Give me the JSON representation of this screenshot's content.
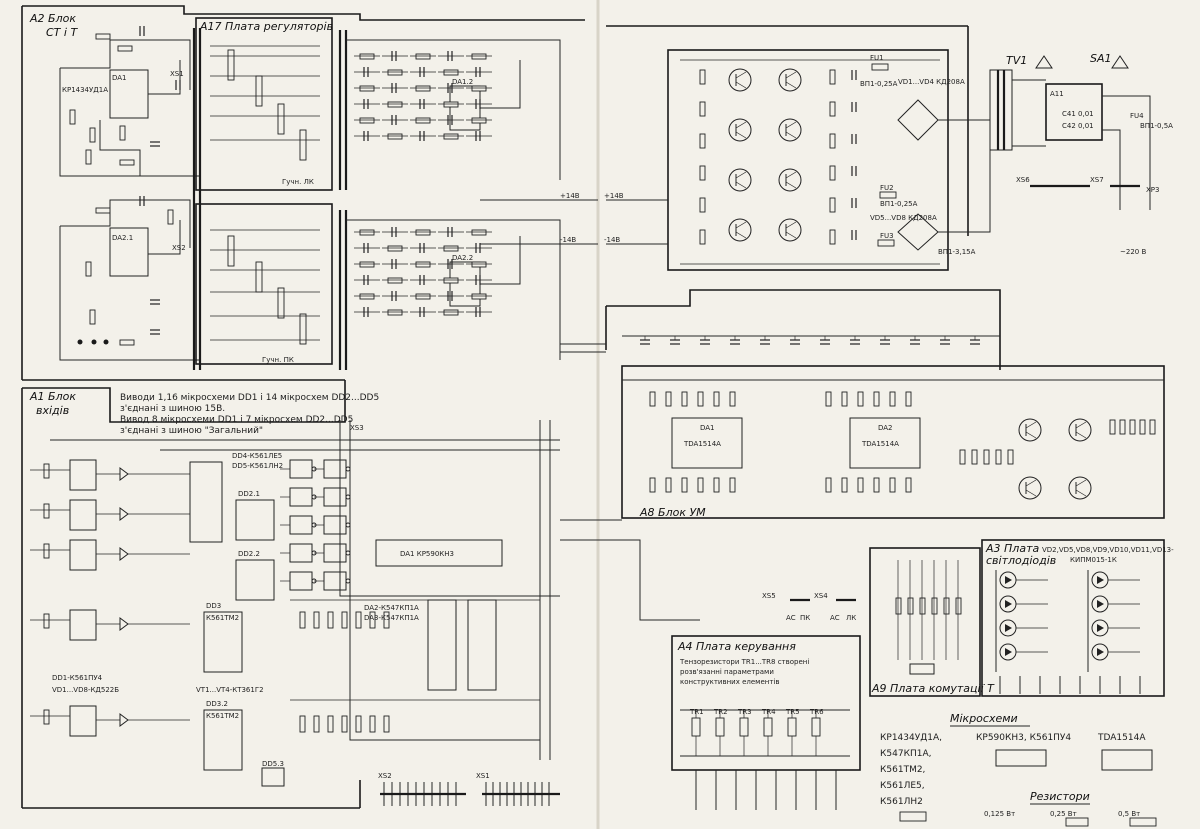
{
  "blocks": {
    "a2": {
      "title": "А2 Блок",
      "subtitle": "СТ і Т"
    },
    "a17": {
      "title": "А17 Плата регуляторів"
    },
    "a1": {
      "title": "А1 Блок",
      "subtitle": "вхідів"
    },
    "a8": {
      "title": "А8 Блок УМ"
    },
    "a4": {
      "title": "А4 Плата керування"
    },
    "a3": {
      "title": "А3 Плата",
      "subtitle": "світлодіодів"
    },
    "a9": {
      "title": "А9 Плата комутації Т"
    }
  },
  "notes": {
    "a1_line1": "Виводи 1,16 мікросхеми DD1 і 14 мікросхем DD2...DD5",
    "a1_line2": "з'єднані з шиною 15В.",
    "a1_line3": "Вивод 8 мікросхеми DD1 і 7 мікросхем DD2...DD5",
    "a1_line4": "з'єднані з шиною \"Загальний\"",
    "a4_line1": "Тензорезистори TR1...TR8 створені",
    "a4_line2": "розв'язанні параметрами",
    "a4_line3": "конструктивних елементів",
    "dd_types": "DD1-К561ПУ4",
    "vd_types": "VD1...VD8-КД522Б",
    "dd4_types": "DD4-К561ЛЕ5",
    "dd5_types": "DD5-К561ЛН2",
    "vt_types": "VT1...VT4-КТ361Г2",
    "led_types": "VD2,VD5,VD8,VD9,VD10,VD11,VD13-",
    "led_types2": "КИПМ015-1К"
  },
  "labels": {
    "gain_pk": "Гучн. ПК",
    "gain_lk": "Гучн. ЛК",
    "plus14": "+14В",
    "minus14": "-14В",
    "ac220": "~220 В",
    "xs5": "XS5",
    "xs4": "XS4",
    "ac": "АС",
    "lk": "ЛК",
    "pk": "ПК",
    "xs1": "XS1",
    "xs2": "XS2",
    "xs3": "XS3",
    "xs6": "XS6",
    "xs7": "XS7",
    "xp3": "XP3",
    "tv1": "TV1",
    "sa1": "SA1",
    "a11": "A11",
    "fu1": "FU1",
    "fu2": "FU2",
    "fu3": "FU3",
    "fu4": "FU4"
  },
  "ics": {
    "da1_a2": "DA1",
    "da1_a2_type": "КР1434УД1А",
    "da2_a2": "DA2.1",
    "da12": "DA1.2",
    "da22": "DA2.2",
    "da1_a1": "DA1 КР590КН3",
    "da2_a1": "DA2-К547КП1А",
    "da3_a1": "DA3-К547КП1А",
    "dd22": "DD2.2",
    "dd21": "DD2.1",
    "dd3": "DD3",
    "dd32": "DD3.2",
    "dd53": "DD5.3",
    "k561tm2": "К561ТМ2",
    "da1_a8": "DA1",
    "tda_a8_1": "TDA1514A",
    "da2_a8": "DA2",
    "tda_a8_2": "TDA1514A"
  },
  "legend": {
    "micro_title": "Мікросхеми",
    "micro_list": [
      "КР1434УД1А,",
      "К547КП1А,",
      "К561ТМ2,",
      "К561ЛЕ5,",
      "К561ЛН2"
    ],
    "micro_2": "КР590КН3, К561ПУ4",
    "micro_3": "TDA1514A",
    "res_title": "Резистори",
    "res_list": [
      "0,125 Вт",
      "0,25 Вт",
      "0,5 Вт"
    ]
  },
  "transformer": {
    "fuse1": "ВП1-0,25А",
    "fuse2": "ВП1-0,25А",
    "fuse3": "ВП1-3,15А",
    "fuse4": "ВП1-0,5А",
    "bridge1": "VD1...VD4 КД208А",
    "bridge2": "VD5...VD8 КД208А",
    "c41": "C41 0,01",
    "c42": "C42 0,01"
  },
  "tr_labels": [
    "TR1",
    "TR2",
    "TR3",
    "TR4",
    "TR5",
    "TR6"
  ],
  "colors": {
    "ink": "#222222",
    "paper": "#f3f1ea"
  }
}
